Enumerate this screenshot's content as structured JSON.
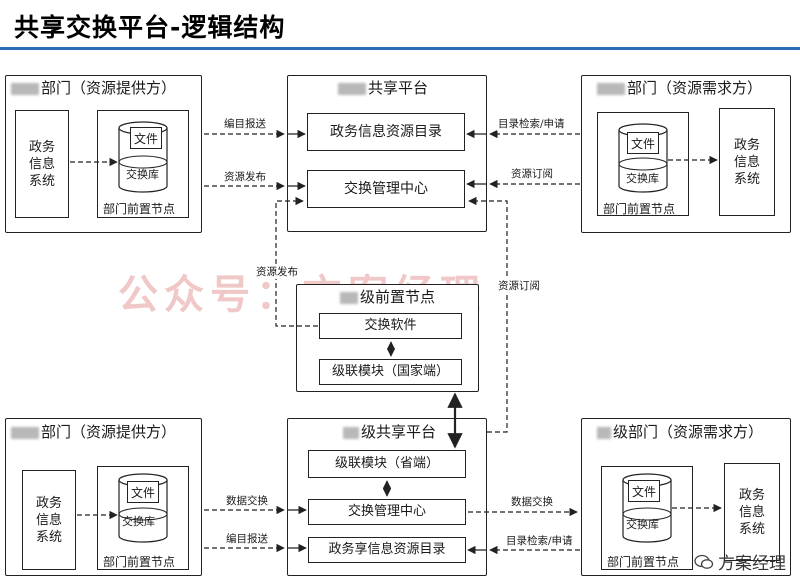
{
  "title": "共享交换平台-逻辑结构",
  "watermark": "公众号：方案经理",
  "brand": "方案经理",
  "top_left": {
    "header": "部门（资源提供方）",
    "system": "政务信息系统",
    "file": "文件",
    "db": "交换库",
    "node": "部门前置节点"
  },
  "top_center": {
    "header": "共享平台",
    "catalog": "政务信息资源目录",
    "exchange": "交换管理中心"
  },
  "top_right": {
    "header": "部门（资源需求方）",
    "system": "政务信息系统",
    "file": "文件",
    "db": "交换库",
    "node": "部门前置节点"
  },
  "middle": {
    "header": "级前置节点",
    "software": "交换软件",
    "cascade": "级联模块（国家端）"
  },
  "bottom_left": {
    "header": "部门（资源提供方）",
    "system": "政务信息系统",
    "file": "文件",
    "db": "交换库",
    "node": "部门前置节点"
  },
  "bottom_center": {
    "header": "级共享平台",
    "cascade": "级联模块（省端）",
    "exchange": "交换管理中心",
    "catalog": "政务享信息资源目录"
  },
  "bottom_right": {
    "header": "级部门（资源需求方）",
    "system": "政务信息系统",
    "file": "文件",
    "db": "交换库",
    "node": "部门前置节点"
  },
  "labels": {
    "catalog_report_top": "编目报送",
    "resource_publish_top": "资源发布",
    "catalog_search_top": "目录检索/申请",
    "resource_subscribe_top": "资源订阅",
    "resource_publish_mid": "资源发布",
    "resource_subscribe_mid": "资源订阅",
    "data_exchange_left": "数据交换",
    "catalog_report_bottom": "编目报送",
    "data_exchange_right": "数据交换",
    "catalog_search_bottom": "目录检索/申请"
  },
  "colors": {
    "rule": "#2e6bb5",
    "watermark": "#f0c8c8"
  }
}
